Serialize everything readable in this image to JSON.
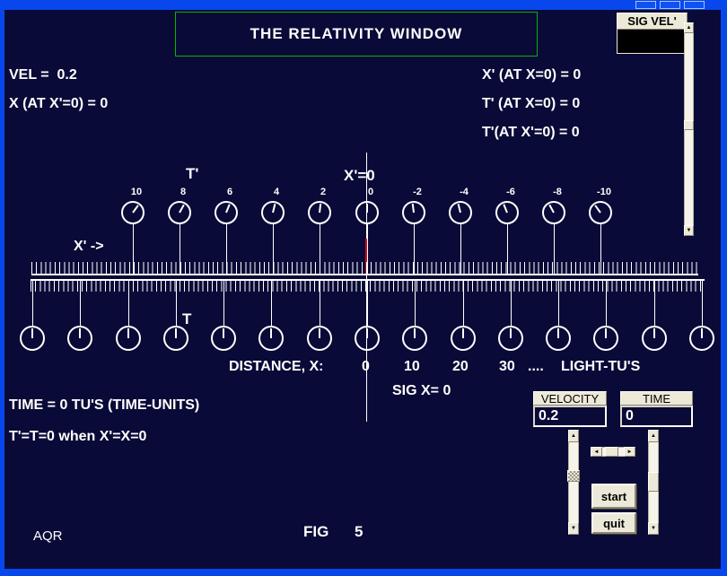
{
  "window": {
    "frame_color": "#0847ec",
    "background": "#0a0a38",
    "title_buttons": [
      "win-button-1",
      "win-button-2",
      "win-button-3"
    ]
  },
  "title": {
    "text": "THE RELATIVITY WINDOW",
    "border_color": "#00b400"
  },
  "info_left": {
    "vel": "VEL =  0.2",
    "x_at_xp0": "X (AT X'=0) = 0"
  },
  "info_right": {
    "xp_at_x0": "X' (AT X=0) = 0",
    "tp_at_x0": "T' (AT X=0) = 0",
    "tp_at_xp0": "T'(AT X'=0) = 0"
  },
  "sig_vel": {
    "label": "SIG VEL'",
    "display_value": ""
  },
  "diagram": {
    "t_prime_label": "T'",
    "x_prime_zero_label": "X'=0",
    "x_prime_arrow_label": "X' ->",
    "t_label": "T",
    "red_line_color": "#c80a20",
    "top_clocks": [
      {
        "value": "10",
        "hand_angle": 36
      },
      {
        "value": "8",
        "hand_angle": 29
      },
      {
        "value": "6",
        "hand_angle": 22
      },
      {
        "value": "4",
        "hand_angle": 14
      },
      {
        "value": "2",
        "hand_angle": 7
      },
      {
        "value": "0",
        "hand_angle": 0
      },
      {
        "value": "-2",
        "hand_angle": -7
      },
      {
        "value": "-4",
        "hand_angle": -14
      },
      {
        "value": "-6",
        "hand_angle": -22
      },
      {
        "value": "-8",
        "hand_angle": -29
      },
      {
        "value": "-10",
        "hand_angle": -36
      }
    ],
    "bottom_clocks": {
      "count": 15,
      "hand_angle": 0
    }
  },
  "distance_row": {
    "prefix": "DISTANCE, X:",
    "tick_labels": [
      "0",
      "10",
      "20",
      "30"
    ],
    "dots": "....",
    "suffix": "LIGHT-TU'S"
  },
  "sig_x": "SIG X= 0",
  "time_line": "TIME = 0 TU'S (TIME-UNITS)",
  "sync_line": "T'=T=0 when X'=X=0",
  "controls": {
    "velocity_label": "VELOCITY",
    "velocity_value": "0.2",
    "time_label": "TIME",
    "time_value": "0",
    "start_label": "start",
    "quit_label": "quit"
  },
  "fig": {
    "label": "FIG",
    "number": "5"
  },
  "credit": "AQR"
}
